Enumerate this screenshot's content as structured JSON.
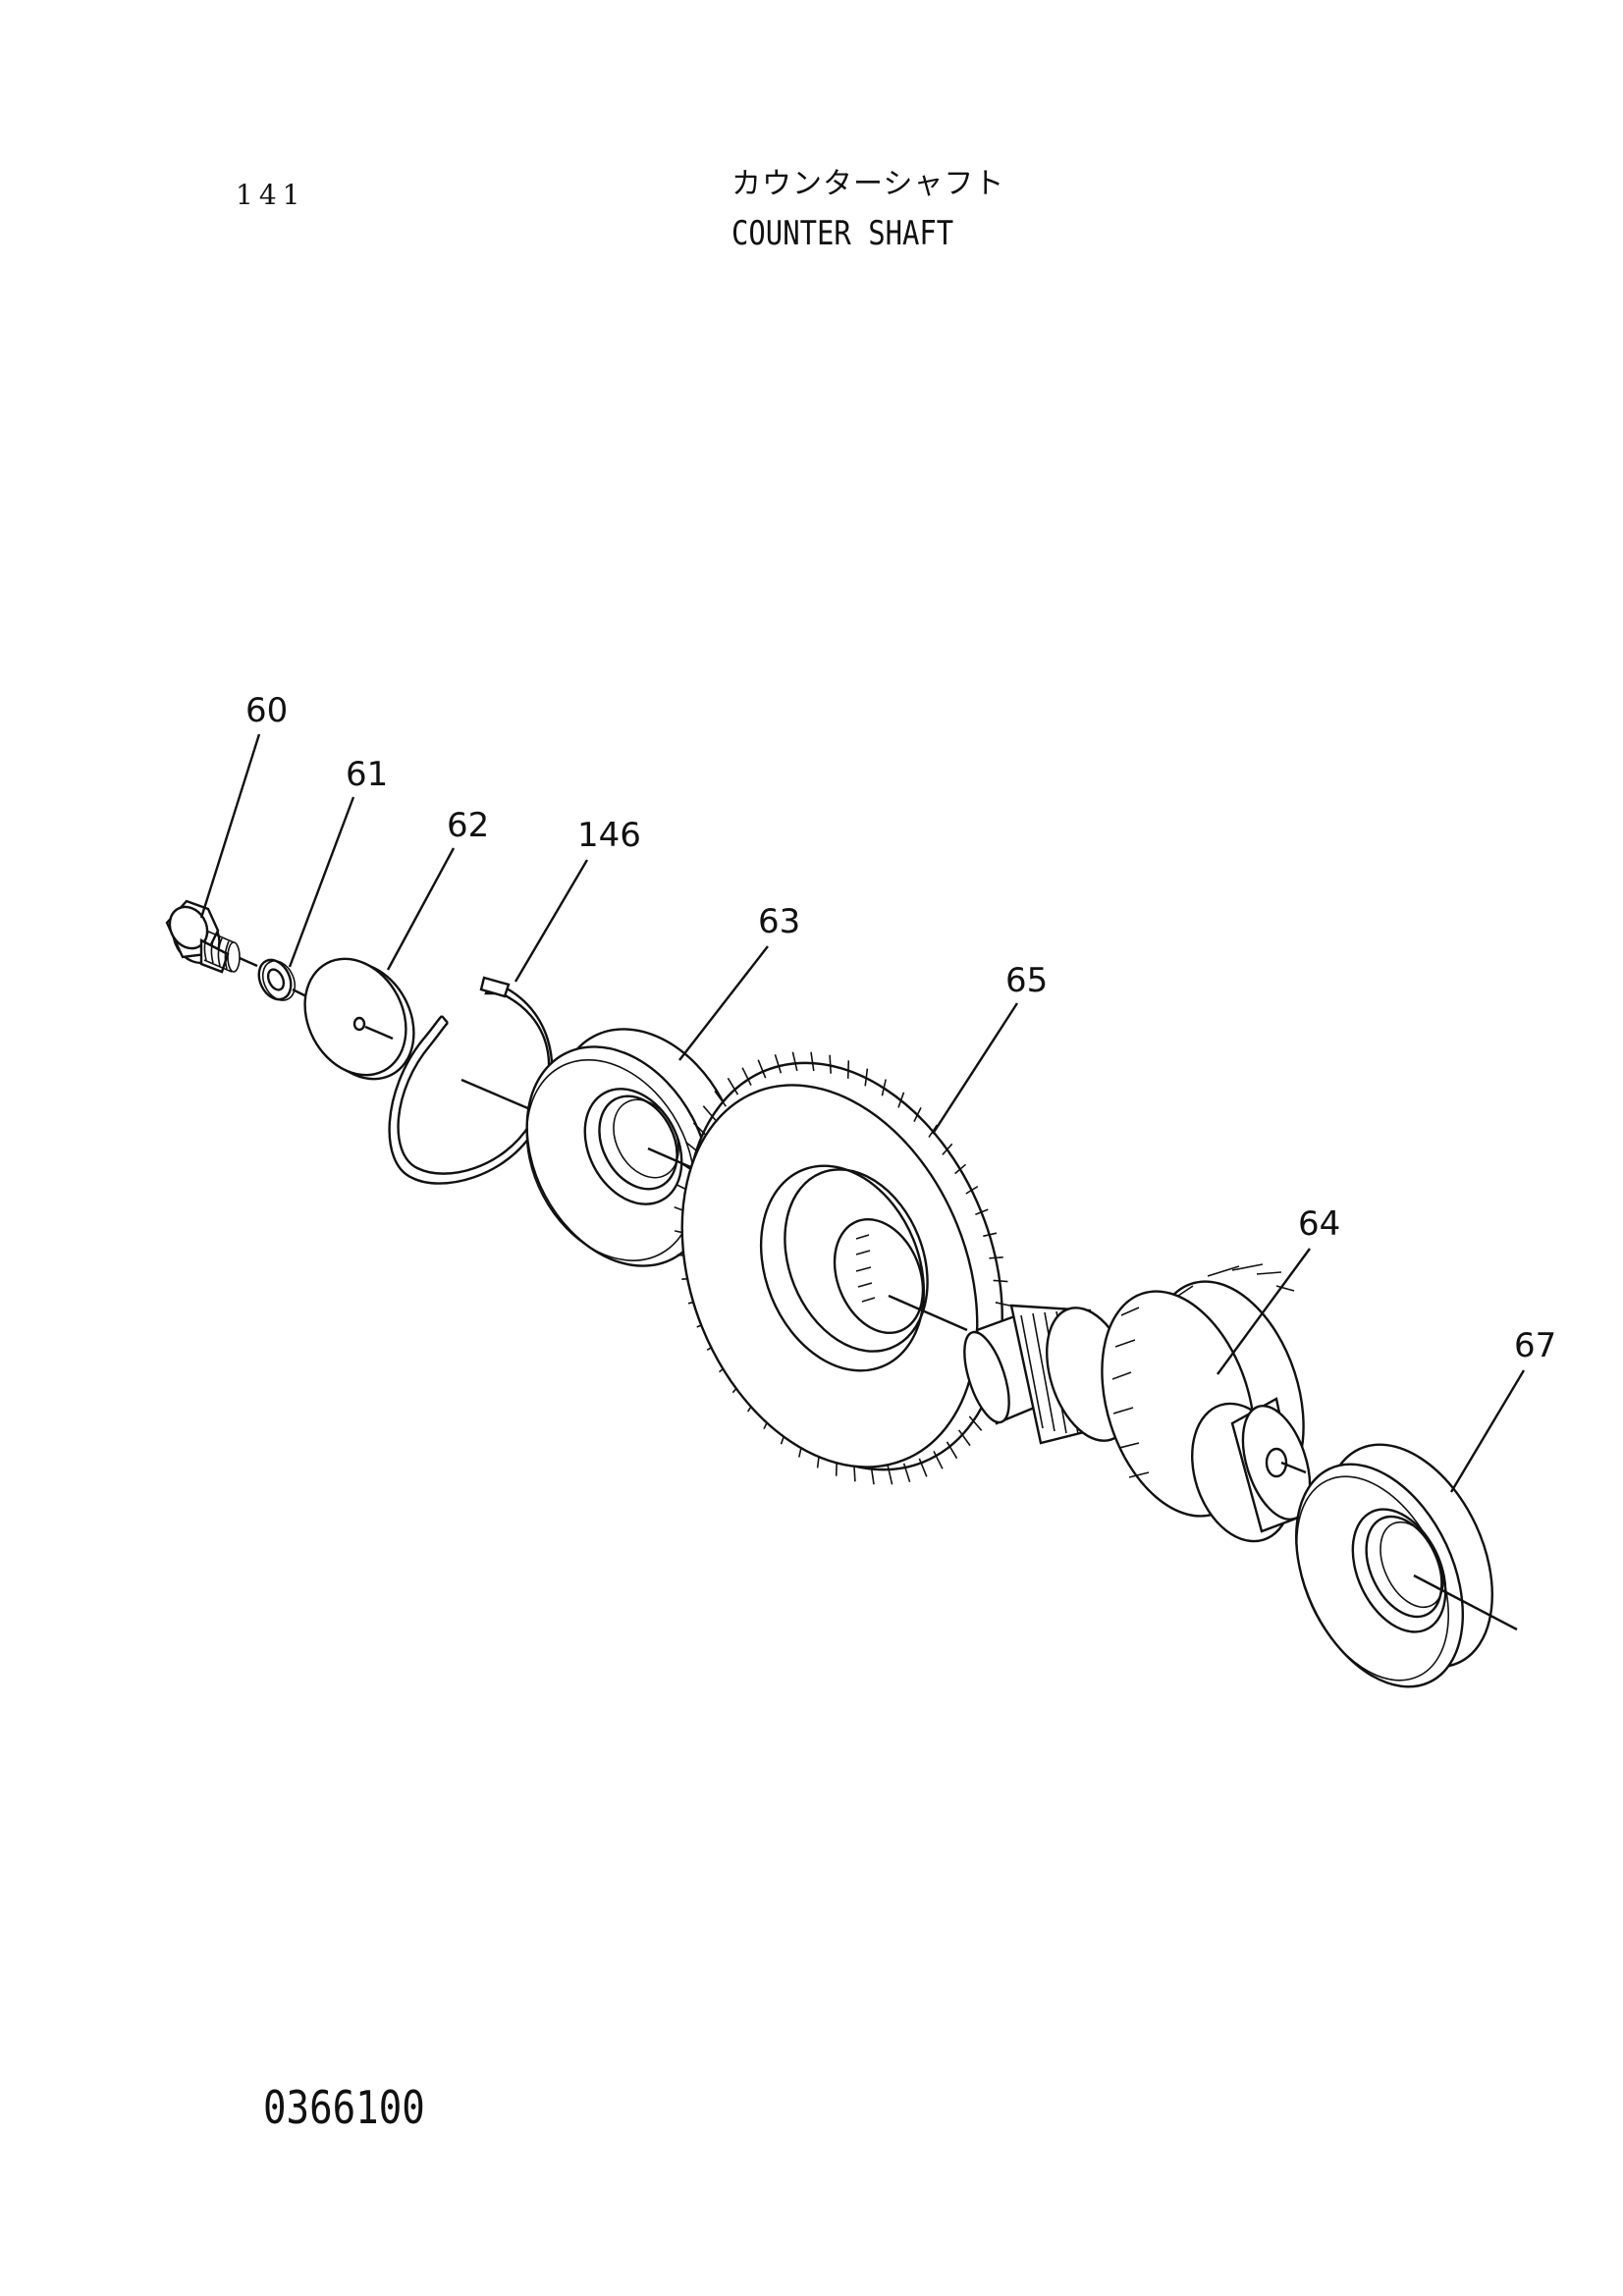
{
  "document": {
    "page_number": "141",
    "title_jp": "カウンターシャフト",
    "title_en": "COUNTER SHAFT",
    "drawing_number": "0366100"
  },
  "callouts": [
    {
      "id": "c60",
      "label": "60"
    },
    {
      "id": "c61",
      "label": "61"
    },
    {
      "id": "c62",
      "label": "62"
    },
    {
      "id": "c146",
      "label": "146"
    },
    {
      "id": "c63",
      "label": "63"
    },
    {
      "id": "c65",
      "label": "65"
    },
    {
      "id": "c64",
      "label": "64"
    },
    {
      "id": "c67",
      "label": "67"
    }
  ]
}
